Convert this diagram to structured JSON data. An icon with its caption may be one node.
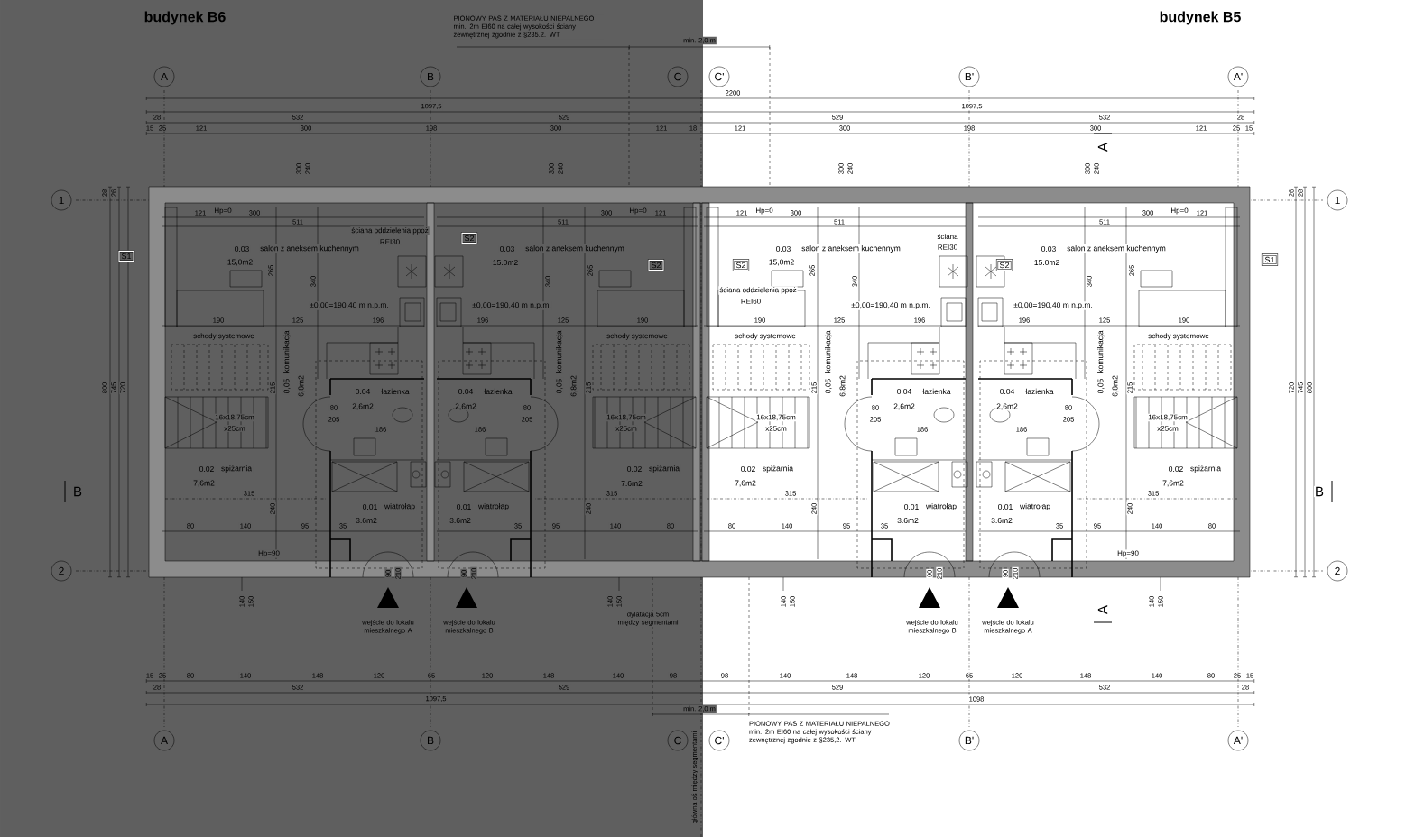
{
  "diagram": {
    "nodes": [
      {
        "text": [
          "A"
        ]
      },
      {
        "text": [
          "B"
        ]
      },
      {
        "text": [
          "C"
        ]
      },
      {
        "text": [
          "C'"
        ]
      },
      {
        "text": [
          "B'"
        ]
      },
      {
        "text": [
          "A'"
        ]
      },
      {
        "text": [
          "1"
        ]
      },
      {
        "text": [
          "1"
        ]
      },
      {
        "text": [
          "2"
        ]
      },
      {
        "text": [
          "2"
        ]
      },
      {
        "text": [
          "A"
        ]
      },
      {
        "text": [
          "B"
        ]
      },
      {
        "text": [
          "C"
        ]
      },
      {
        "text": [
          "C'"
        ]
      },
      {
        "text": [
          "B'"
        ]
      },
      {
        "text": [
          "A'"
        ]
      },
      {
        "text": [
          "S1"
        ]
      },
      {
        "text": [
          "S2"
        ]
      },
      {
        "text": [
          "S2"
        ]
      },
      {
        "text": [
          "S2"
        ]
      },
      {
        "text": [
          "S2"
        ]
      },
      {
        "text": [
          "S1"
        ]
      }
    ],
    "labels": [
      "budynek B6",
      "PIONOWY PAS Z MATERIAŁU NIEPALNEGO min. 2m EI60 na całej wysokości ściany zewnętrznej zgodnie z §235.2. WT",
      "budynek B5",
      "min. 2,0 m",
      "2200",
      "1097,5",
      "1097,5",
      "28",
      "532",
      "529",
      "529",
      "532",
      "28",
      "15",
      "25",
      "121",
      "300",
      "198",
      "300",
      "121",
      "18",
      "121",
      "300",
      "198",
      "300",
      "121",
      "25",
      "15",
      "300",
      "240",
      "300",
      "240",
      "300",
      "240",
      "300",
      "240",
      "28",
      "26",
      "800",
      "745",
      "720",
      "720",
      "745",
      "800",
      "26",
      "28",
      "ściana oddzielenia ppoż",
      "REI30",
      "ściana",
      "REI30",
      "ściana oddzielenia ppoż",
      "REI60",
      "Hp=90",
      "Hp=90",
      "wejście do lokalu mieszkalnego A",
      "wejście do lokalu mieszkalnego B",
      "dylatacja 5cm między segmentami",
      "wejście do lokalu mieszkalnego B",
      "wejście do lokalu mieszkalnego A",
      "główna oś między segmentami",
      "15",
      "25",
      "80",
      "140",
      "148",
      "120",
      "65",
      "120",
      "148",
      "140",
      "98",
      "98",
      "140",
      "148",
      "120",
      "65",
      "120",
      "148",
      "140",
      "80",
      "25",
      "15",
      "28",
      "532",
      "529",
      "529",
      "532",
      "28",
      "1097,5",
      "1098",
      "min. 2,0 m",
      "PIONOWY PAS Z MATERIAŁU NIEPALNEGO min. 2m EI60 na całej wysokości ściany zewnętrznej zgodnie z §235,2. WT",
      "A",
      "A",
      "B",
      "B",
      "121",
      "Hp=0",
      "300",
      "511",
      "0.03",
      "salon z aneksem kuchennym",
      "15,0m2",
      "265",
      "340",
      "±0,00=190,40 m n.p.m.",
      "190",
      "125",
      "196",
      "schody systemowe",
      "komunikacja",
      "215",
      "0,05",
      "6,8m2",
      "0.04",
      "łazienka",
      "80",
      "2,6m2",
      "16x18,75cm",
      "205",
      "x25cm",
      "186",
      "0.02",
      "spiżarnia",
      "7,6m2",
      "315",
      "240",
      "0.01",
      "wiatrołap",
      "3.6m2",
      "80",
      "140",
      "95",
      "35",
      "90",
      "210",
      "140",
      "150",
      "300",
      "Hp=0",
      "121",
      "511",
      "0.03",
      "salon z aneksem kuchennym",
      "15.0m2",
      "265",
      "340",
      "±0,00=190,40 m n.p.m.",
      "196",
      "125",
      "190",
      "schody systemowe",
      "komunikacja",
      "0.04",
      "łazienka",
      "0,05",
      "6,8m2",
      "215",
      "2,6m2",
      "80",
      "205",
      "16x18,75cm",
      "186",
      "x25cm",
      "0.02",
      "spiżarnia",
      "7.6m2",
      "315",
      "0.01",
      "wiatrołap",
      "240",
      "3.6m2",
      "35",
      "95",
      "140",
      "80",
      "90",
      "210",
      "140",
      "150",
      "121",
      "Hp=0",
      "300",
      "511",
      "0.03",
      "salon z aneksem kuchennym",
      "15,0m2",
      "265",
      "340",
      "±0,00=190,40 m n.p.m.",
      "190",
      "125",
      "196",
      "schody systemowe",
      "komunikacja",
      "215",
      "0,05",
      "6,8m2",
      "0.04",
      "łazienka",
      "80",
      "2,6m2",
      "16x18,75cm",
      "205",
      "x25cm",
      "186",
      "0.02",
      "spiżarnia",
      "7,6m2",
      "315",
      "240",
      "0.01",
      "wiatrołap",
      "3.6m2",
      "80",
      "140",
      "95",
      "35",
      "90",
      "210",
      "140",
      "150",
      "300",
      "Hp=0",
      "121",
      "511",
      "0.03",
      "salon z aneksem kuchennym",
      "15.0m2",
      "265",
      "340",
      "±0,00=190,40 m n.p.m.",
      "196",
      "125",
      "190",
      "schody systemowe",
      "komunikacja",
      "0.04",
      "łazienka",
      "0,05",
      "6,8m2",
      "215",
      "2,6m2",
      "80",
      "205",
      "16x18,75cm",
      "186",
      "x25cm",
      "0.02",
      "spiżarnia",
      "7,6m2",
      "315",
      "0.01",
      "wiatrołap",
      "240",
      "3.6m2",
      "35",
      "95",
      "140",
      "80",
      "90",
      "210",
      "140",
      "150"
    ]
  }
}
